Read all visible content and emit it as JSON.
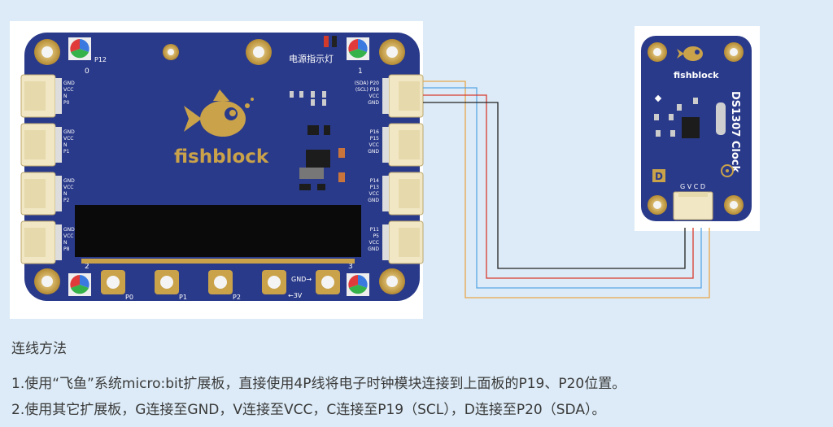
{
  "instructions": {
    "title": "连线方法",
    "steps": [
      "1.使用“飞鱼”系统micro:bit扩展板，直接使用4P线将电子时钟模块连接到上面板的P19、P20位置。",
      "2.使用其它扩展板，G连接至GND，V连接至VCC，C连接至P19（SCL），D连接至P20（SDA）。"
    ]
  },
  "board": {
    "brand": "fishblock",
    "power_led_label": "电源指示灯",
    "corner_numbers": [
      "0",
      "1",
      "2",
      "3"
    ],
    "p12_label": "P12",
    "bottom_pads": [
      "P0",
      "P1",
      "P2"
    ],
    "gnd_arrow": "GND→",
    "v3_label": "←3V",
    "left_port_labels": [
      [
        "GND",
        "VCC",
        "N",
        "P0"
      ],
      [
        "GND",
        "VCC",
        "N",
        "P1"
      ],
      [
        "GND",
        "VCC",
        "N",
        "P2"
      ],
      [
        "GND",
        "VCC",
        "N",
        "P8"
      ]
    ],
    "right_port_labels": [
      [
        "(SDA) P20",
        "(SCL) P19",
        "VCC",
        "GND"
      ],
      [
        "P16",
        "P15",
        "VCC",
        "GND"
      ],
      [
        "P14",
        "P13",
        "VCC",
        "GND"
      ],
      [
        "P11",
        "P5",
        "VCC",
        "GND"
      ]
    ]
  },
  "module": {
    "brand": "fishblock",
    "name": "DS1307 Clock",
    "type_letter": "D",
    "pin_label": "G V C D"
  },
  "wire_colors": [
    "#e8a64a",
    "#5aa6e6",
    "#d83a2e",
    "#222222"
  ],
  "colors": {
    "board_blue": "#2a3a8a",
    "gold": "#c9a24a",
    "port_white": "#f1e7c4",
    "page_bg": "#dcebf7"
  }
}
